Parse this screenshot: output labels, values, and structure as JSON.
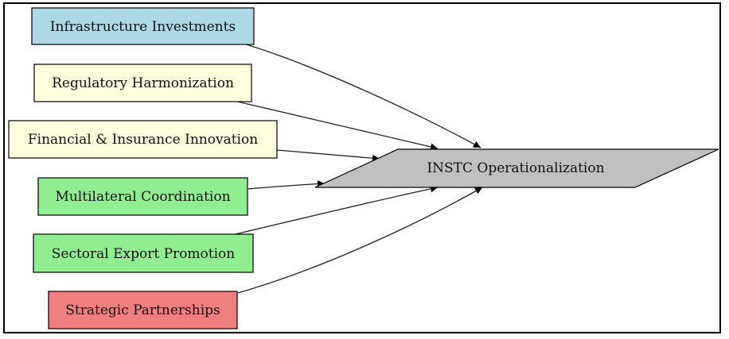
{
  "diagram": {
    "sources": [
      {
        "id": "infra",
        "label": "Infrastructure Investments",
        "color": "#add8e6"
      },
      {
        "id": "reg",
        "label": "Regulatory Harmonization",
        "color": "#ffffe0"
      },
      {
        "id": "fin",
        "label": "Financial & Insurance Innovation",
        "color": "#ffffe0"
      },
      {
        "id": "multi",
        "label": "Multilateral Coordination",
        "color": "#90ee90"
      },
      {
        "id": "export",
        "label": "Sectoral Export Promotion",
        "color": "#90ee90"
      },
      {
        "id": "strat",
        "label": "Strategic Partnerships",
        "color": "#f08080"
      }
    ],
    "target": {
      "id": "instc",
      "label": "INSTC Operationalization",
      "color": "#c0c0c0"
    },
    "edges": [
      {
        "from": "infra",
        "to": "instc"
      },
      {
        "from": "reg",
        "to": "instc"
      },
      {
        "from": "fin",
        "to": "instc"
      },
      {
        "from": "multi",
        "to": "instc"
      },
      {
        "from": "export",
        "to": "instc"
      },
      {
        "from": "strat",
        "to": "instc"
      }
    ]
  }
}
